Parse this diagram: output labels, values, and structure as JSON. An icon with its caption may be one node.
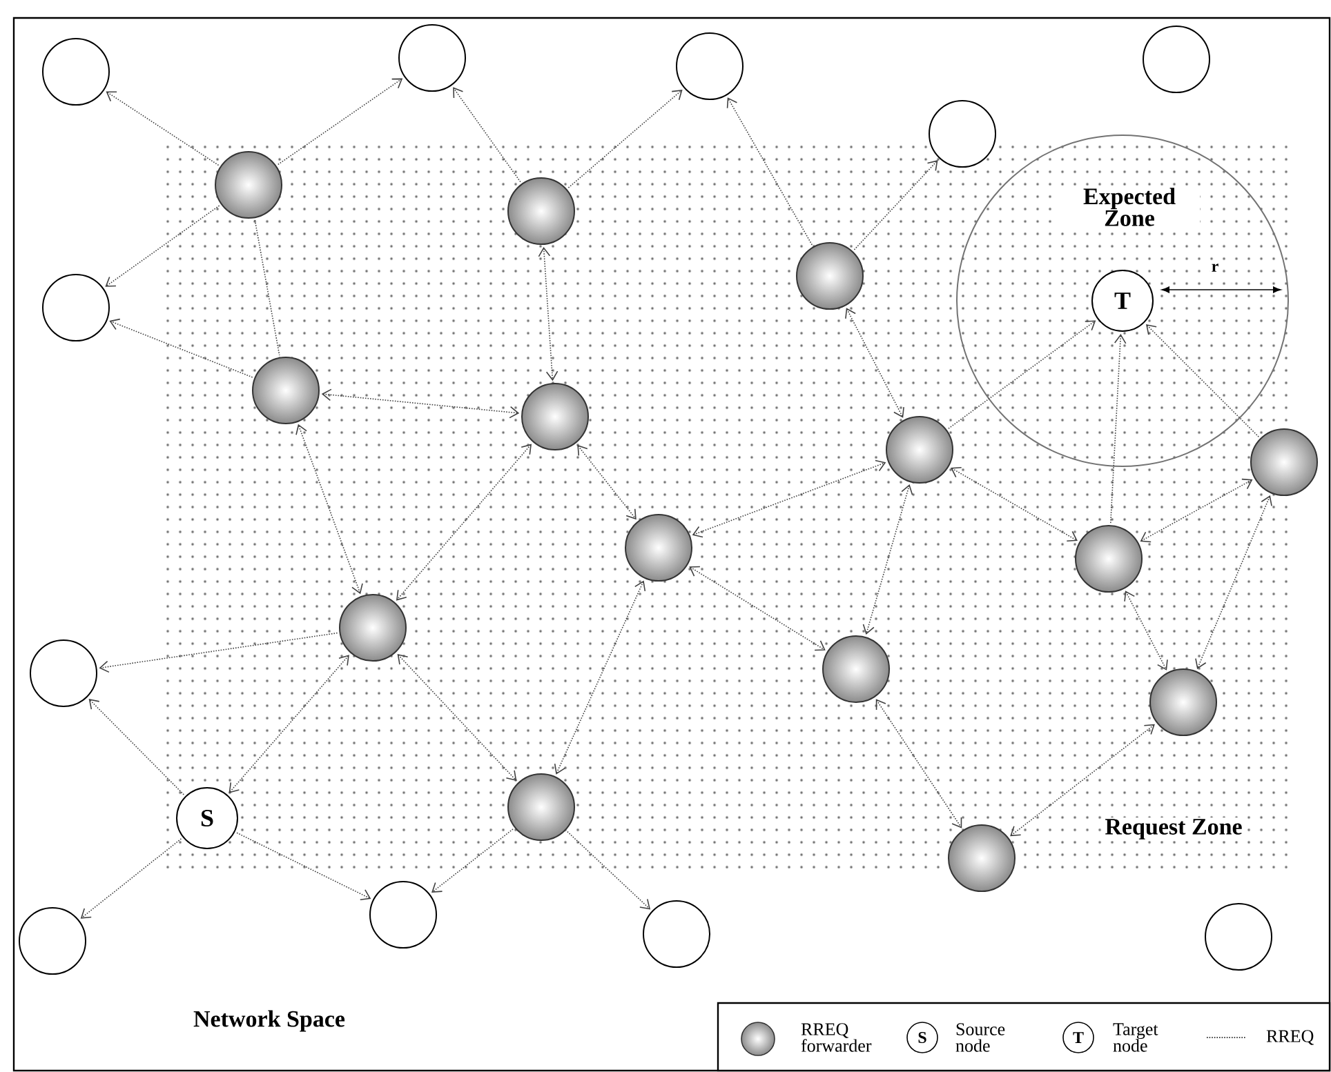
{
  "diagram": {
    "nodes": [
      {
        "text": [
          "Network Space"
        ]
      },
      {
        "text": [
          "Request Zone"
        ],
        "in": 0
      },
      {
        "text": [
          "Expected Zone"
        ],
        "in": 1
      },
      {
        "text": [],
        "shape": "circle",
        "in": 0
      },
      {
        "text": [],
        "shape": "circle",
        "in": 0
      },
      {
        "text": [],
        "shape": "circle",
        "in": 0
      },
      {
        "text": [],
        "shape": "circle",
        "in": 0
      },
      {
        "text": [],
        "shape": "circle",
        "in": 0
      },
      {
        "text": [],
        "shape": "circle",
        "in": 1
      },
      {
        "text": [],
        "shape": "circle",
        "in": 1
      },
      {
        "text": [],
        "shape": "circle",
        "in": 1
      },
      {
        "text": [
          "T"
        ],
        "in": 2
      },
      {
        "text": [],
        "shape": "circle",
        "in": 0
      },
      {
        "text": [],
        "shape": "circle",
        "in": 1
      },
      {
        "text": [],
        "shape": "circle",
        "in": 1
      },
      {
        "text": [],
        "shape": "circle",
        "in": 1
      },
      {
        "text": [],
        "shape": "circle",
        "in": 0
      },
      {
        "text": [],
        "shape": "circle",
        "in": 1
      },
      {
        "text": [],
        "shape": "circle",
        "in": 1
      },
      {
        "text": [],
        "shape": "circle",
        "in": 1
      },
      {
        "text": [],
        "shape": "circle",
        "in": 0
      },
      {
        "text": [],
        "shape": "circle",
        "in": 1
      },
      {
        "text": [],
        "shape": "circle",
        "in": 1
      },
      {
        "text": [],
        "shape": "circle",
        "in": 1
      },
      {
        "text": [
          "S"
        ],
        "in": 1
      },
      {
        "text": [],
        "shape": "circle",
        "in": 0
      },
      {
        "text": [],
        "shape": "circle",
        "in": 0
      },
      {
        "text": [],
        "shape": "circle",
        "in": 0
      },
      {
        "text": [],
        "shape": "circle",
        "in": 0
      },
      {
        "text": [],
        "shape": "circle",
        "in": 0
      }
    ],
    "edges": [
      {
        "from": 8,
        "to": 3,
        "arrow": "to"
      },
      {
        "from": 8,
        "to": 4,
        "arrow": "to"
      },
      {
        "from": 8,
        "to": 12,
        "arrow": "to"
      },
      {
        "from": 8,
        "to": 13,
        "arrow": "none"
      },
      {
        "from": 13,
        "to": 12,
        "arrow": "to"
      },
      {
        "from": 9,
        "to": 4,
        "arrow": "to"
      },
      {
        "from": 9,
        "to": 5,
        "arrow": "to"
      },
      {
        "from": 9,
        "to": 14,
        "arrow": "both"
      },
      {
        "from": 13,
        "to": 14,
        "arrow": "both"
      },
      {
        "from": 19,
        "to": 13,
        "arrow": "both"
      },
      {
        "from": 14,
        "to": 19,
        "arrow": "both"
      },
      {
        "from": 14,
        "to": 17,
        "arrow": "both"
      },
      {
        "from": 19,
        "to": 20,
        "arrow": "to"
      },
      {
        "from": 24,
        "to": 20,
        "arrow": "to"
      },
      {
        "from": 24,
        "to": 29,
        "arrow": "to"
      },
      {
        "from": 24,
        "to": 26,
        "arrow": "to"
      },
      {
        "from": 19,
        "to": 24,
        "arrow": "both"
      },
      {
        "from": 19,
        "to": 23,
        "arrow": "both"
      },
      {
        "from": 17,
        "to": 23,
        "arrow": "both"
      },
      {
        "from": 23,
        "to": 26,
        "arrow": "to"
      },
      {
        "from": 23,
        "to": 27,
        "arrow": "to"
      },
      {
        "from": 17,
        "to": 15,
        "arrow": "both"
      },
      {
        "from": 17,
        "to": 21,
        "arrow": "both"
      },
      {
        "from": 10,
        "to": 15,
        "arrow": "both"
      },
      {
        "from": 10,
        "to": 7,
        "arrow": "to"
      },
      {
        "from": 10,
        "to": 5,
        "arrow": "to"
      },
      {
        "from": 15,
        "to": 11,
        "arrow": "to"
      },
      {
        "from": 18,
        "to": 11,
        "arrow": "to"
      },
      {
        "from": 16,
        "to": 11,
        "arrow": "to"
      },
      {
        "from": 15,
        "to": 18,
        "arrow": "both"
      },
      {
        "from": 18,
        "to": 16,
        "arrow": "both"
      },
      {
        "from": 18,
        "to": 22,
        "arrow": "both"
      },
      {
        "from": 16,
        "to": 22,
        "arrow": "both"
      },
      {
        "from": 15,
        "to": 21,
        "arrow": "both"
      },
      {
        "from": 21,
        "to": 25,
        "arrow": "both"
      },
      {
        "from": 22,
        "to": 25,
        "arrow": "both"
      }
    ],
    "labels": [
      "r",
      "S",
      "T"
    ],
    "legend": [
      {
        "text": "RREQ forwarder"
      },
      {
        "text": "Source node"
      },
      {
        "text": "Target node"
      },
      {
        "text": "RREQ"
      }
    ]
  }
}
